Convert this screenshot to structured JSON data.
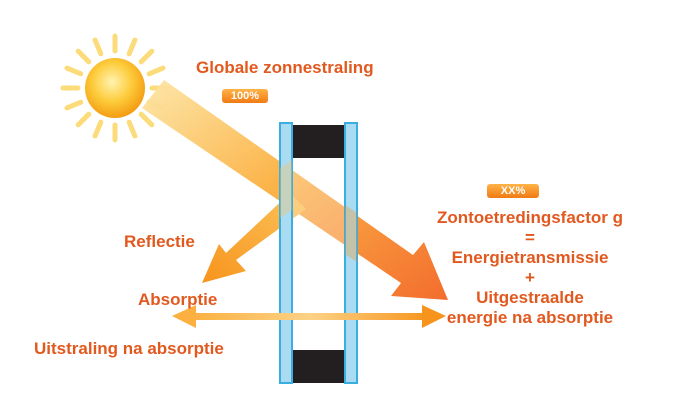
{
  "labels": {
    "global_radiation": "Globale zonnestraling",
    "reflection": "Reflectie",
    "absorption": "Absorptie",
    "emission_after_absorption": "Uitstraling na absorptie",
    "solar_factor": "Zontoetredingsfactor g",
    "equals": "=",
    "energy_transmission": "Energietransmissie",
    "plus": "+",
    "emitted": "Uitgestraalde",
    "energy_after_absorption": "energie na absorptie"
  },
  "badges": {
    "incoming": "100%",
    "result": "XX%"
  },
  "colors": {
    "text": "#e2591f",
    "arrow_main": "#f7941d",
    "arrow_light": "#fbc35a",
    "glass": "#a9dbf3",
    "glass_edge": "#3aaee0",
    "spacer": "#231f20"
  },
  "icons": [
    "sun-icon",
    "double-glazing-icon"
  ]
}
